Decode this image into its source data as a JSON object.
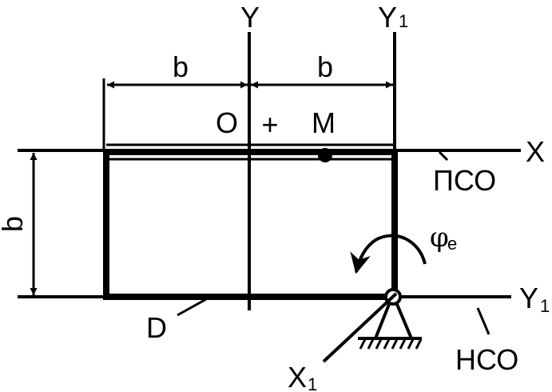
{
  "labels": {
    "y_axis": "Y",
    "y1_axis_top": "Y",
    "y1_axis_top_sub": "1",
    "dim_left": "b",
    "dim_right": "b",
    "dim_vertical": "b",
    "origin": "O",
    "plus": "+",
    "point_m": "M",
    "x_axis": "X",
    "pso": "ПСО",
    "phi": "φ",
    "phi_sub": "e",
    "y1_axis_right": "Y",
    "y1_axis_right_sub": "1",
    "plate_d": "D",
    "x1_axis": "X",
    "x1_axis_sub": "1",
    "nso": "НСО"
  }
}
